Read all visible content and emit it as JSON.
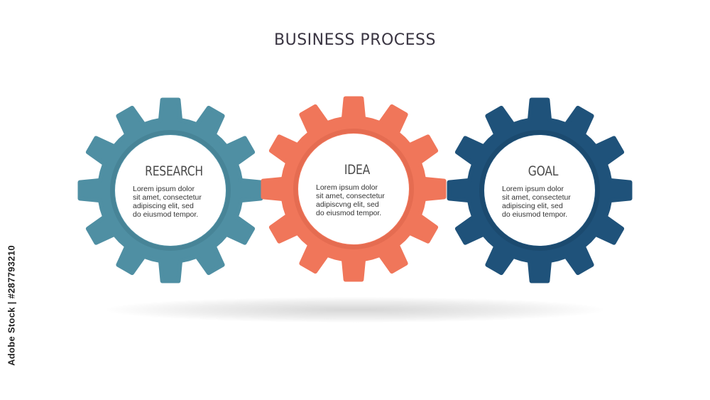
{
  "title": "BUSINESS PROCESS",
  "gears": [
    {
      "label": "RESEARCH",
      "description": "Lorem ipsum dolor\nsit amet, consectetur\nadipiscing elit, sed\ndo eiusmod tempor.",
      "color": "#4f8fa3",
      "ring_color": "#478497"
    },
    {
      "label": "IDEA",
      "description": "Lorem ipsum dolor\nsit amet, consectetur\nadipiscvng elit, sed\ndo eiusmod tempor.",
      "color": "#f0765a",
      "ring_color": "#e56c51"
    },
    {
      "label": "GOAL",
      "description": "Lorem ipsum dolor\nsit amet, consectetur\nadipiscing elit, sed\ndo eiusmod tempor.",
      "color": "#1f527a",
      "ring_color": "#1b4a6f"
    }
  ],
  "watermark": {
    "side_text": "Adobe Stock | #287793210"
  }
}
